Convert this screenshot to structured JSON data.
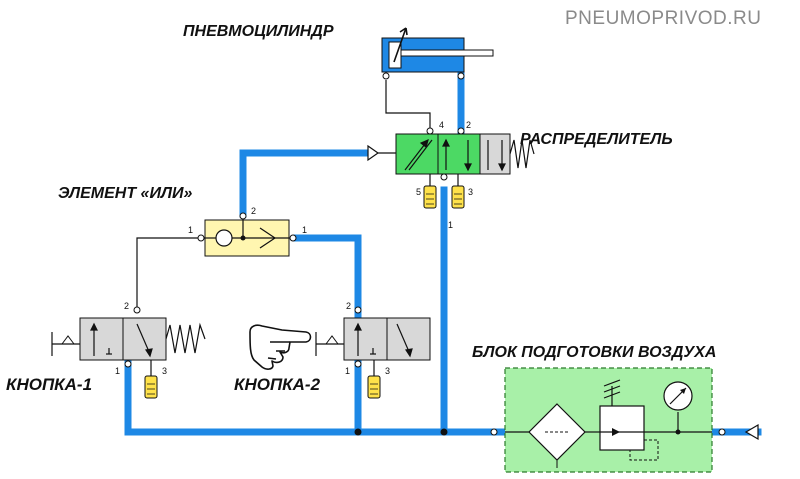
{
  "watermark": "PNEUMOPRIVOD.RU",
  "labels": {
    "cylinder": "ПНЕВМОЦИЛИНДР",
    "distributor": "РАСПРЕДЕЛИТЕЛЬ",
    "or_element": "ЭЛЕМЕНТ «ИЛИ»",
    "button1": "КНОПКА-1",
    "button2": "КНОПКА-2",
    "air_unit": "БЛОК ПОДГОТОВКИ ВОЗДУХА"
  },
  "ports": {
    "dist_4": "4",
    "dist_2": "2",
    "dist_5": "5",
    "dist_3": "3",
    "dist_1": "1",
    "or_1_left": "1",
    "or_2": "2",
    "or_1_right": "1",
    "b1_2": "2",
    "b1_1": "1",
    "b1_3": "3",
    "b2_2": "2",
    "b2_1": "1",
    "b2_3": "3"
  },
  "colors": {
    "pressure_line": "#1e88e5",
    "pilot_line": "#111111",
    "distributor_fill": "#4cd964",
    "or_fill": "#fff6b0",
    "valve_fill": "#d8d8d8",
    "air_unit_fill": "#a8f0a8",
    "exhaust_fill": "#ffe24a"
  }
}
